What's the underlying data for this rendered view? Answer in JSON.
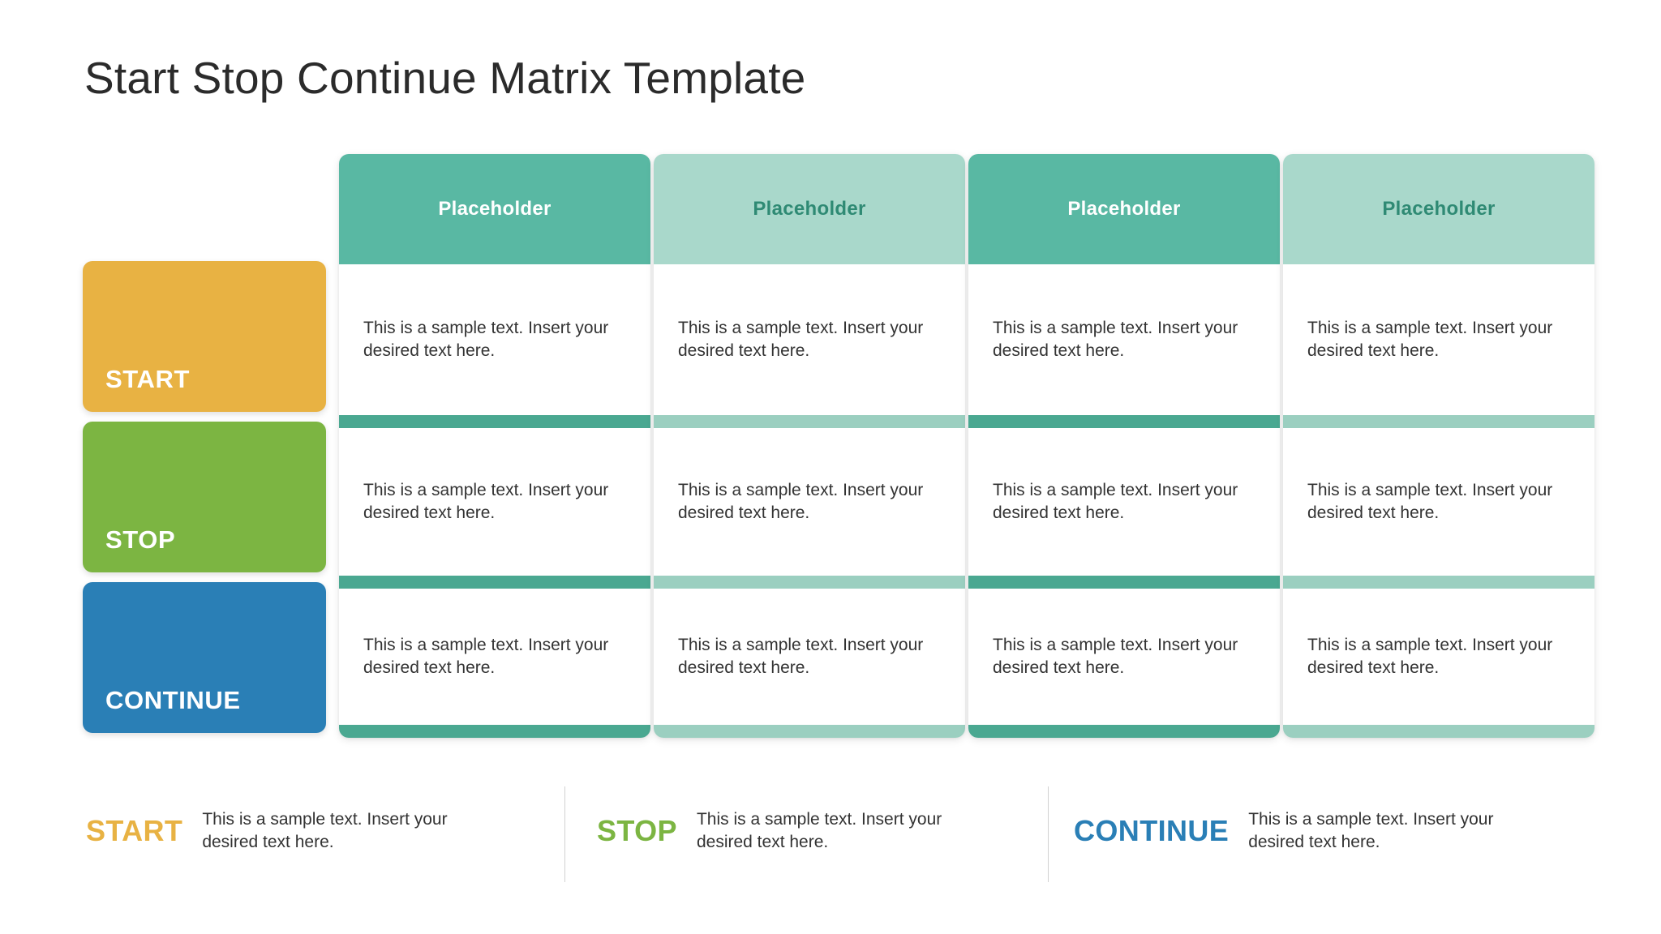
{
  "title": "Start Stop Continue Matrix Template",
  "colors": {
    "header_dark": "#59b8a3",
    "header_light": "#a9d8cb",
    "header_light_text": "#2f8a74",
    "divider_dark": "#4aa891",
    "divider_light": "#9bcfc0",
    "start": "#e8b243",
    "stop": "#7cb542",
    "continue": "#2a7fb6",
    "body_text": "#333333",
    "title_text": "#2b2b2b"
  },
  "matrix": {
    "columns": [
      {
        "header": "Placeholder",
        "tone": "dark"
      },
      {
        "header": "Placeholder",
        "tone": "light"
      },
      {
        "header": "Placeholder",
        "tone": "dark"
      },
      {
        "header": "Placeholder",
        "tone": "light"
      }
    ],
    "rows": [
      {
        "label": "START",
        "cells": [
          "This is a sample text. Insert your desired text here.",
          "This is a sample text. Insert your desired text here.",
          "This is a sample text. Insert your desired text here.",
          "This is a sample text. Insert your desired text here."
        ]
      },
      {
        "label": "STOP",
        "cells": [
          "This is a sample text. Insert your desired text here.",
          "This is a sample text. Insert your desired text here.",
          "This is a sample text. Insert your desired text here.",
          "This is a sample text. Insert your desired text here."
        ]
      },
      {
        "label": "CONTINUE",
        "cells": [
          "This is a sample text. Insert your desired text here.",
          "This is a sample text. Insert your desired text here.",
          "This is a sample text. Insert your desired text here.",
          "This is a sample text. Insert your desired text here."
        ]
      }
    ]
  },
  "legend": [
    {
      "title": "START",
      "text": "This is a sample text. Insert your desired text here."
    },
    {
      "title": "STOP",
      "text": "This is a sample text. Insert your desired text here."
    },
    {
      "title": "CONTINUE",
      "text": "This is a sample text. Insert your desired text here."
    }
  ]
}
